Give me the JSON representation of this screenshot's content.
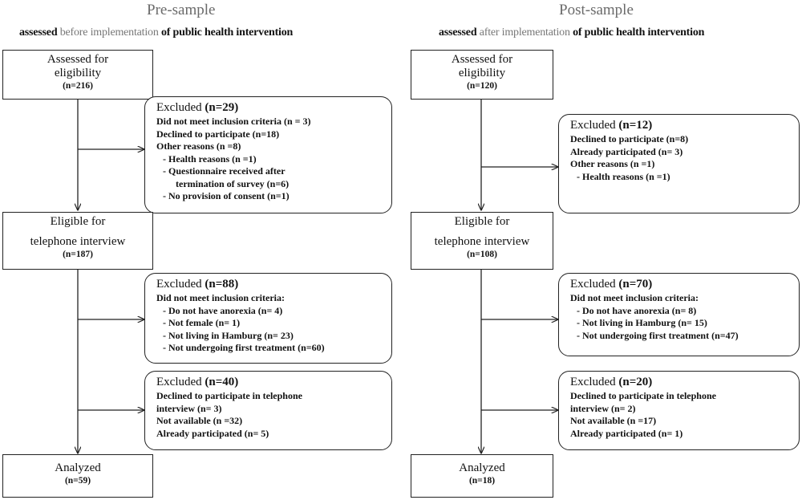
{
  "left": {
    "title": "Pre-sample",
    "subtitle": {
      "a": "assessed",
      "b": "before implementation",
      "c": "of public health intervention"
    },
    "assessed": {
      "label1": "Assessed for",
      "label2": "eligibility",
      "n": "(n=216)"
    },
    "excluded1": {
      "label": "Excluded",
      "count": "(n=29)",
      "lines": [
        "Did not meet inclusion criteria (n = 3)",
        "Declined to participate (n=18)",
        "Other reasons (n =8)",
        "- Health reasons (n =1)",
        "- Questionnaire received after",
        "termination of survey (n=6)",
        "- No provision of consent (n=1)"
      ]
    },
    "eligible": {
      "label1": "Eligible for",
      "label2": "telephone interview",
      "n": "(n=187)"
    },
    "excluded2": {
      "label": "Excluded",
      "count": "(n=88)",
      "lines": [
        "Did not meet inclusion criteria:",
        "- Do not have anorexia (n= 4)",
        "- Not female (n= 1)",
        "- Not living in Hamburg (n= 23)",
        "- Not undergoing first treatment (n=60)"
      ]
    },
    "excluded3": {
      "label": "Excluded",
      "count": "(n=40)",
      "lines": [
        "Declined to participate in telephone",
        "interview (n= 3)",
        "Not available (n =32)",
        "Already participated (n= 5)"
      ]
    },
    "analyzed": {
      "label": "Analyzed",
      "n": "(n=59)"
    }
  },
  "right": {
    "title": "Post-sample",
    "subtitle": {
      "a": "assessed",
      "b": "after implementation",
      "c": "of public health intervention"
    },
    "assessed": {
      "label1": "Assessed for",
      "label2": "eligibility",
      "n": "(n=120)"
    },
    "excluded1": {
      "label": "Excluded",
      "count": "(n=12)",
      "lines": [
        "Declined to participate (n=8)",
        "Already participated (n= 3)",
        "Other reasons (n =1)",
        "- Health reasons (n =1)"
      ]
    },
    "eligible": {
      "label1": "Eligible for",
      "label2": "telephone interview",
      "n": "(n=108)"
    },
    "excluded2": {
      "label": "Excluded",
      "count": "(n=70)",
      "lines": [
        "Did not meet inclusion criteria:",
        "- Do not have anorexia (n= 8)",
        "- Not living in Hamburg (n= 15)",
        "- Not undergoing first treatment (n=47)"
      ]
    },
    "excluded3": {
      "label": "Excluded",
      "count": "(n=20)",
      "lines": [
        "Declined to participate in telephone",
        "interview (n= 2)",
        "Not available (n =17)",
        "Already participated (n= 1)"
      ]
    },
    "analyzed": {
      "label": "Analyzed",
      "n": "(n=18)"
    }
  }
}
